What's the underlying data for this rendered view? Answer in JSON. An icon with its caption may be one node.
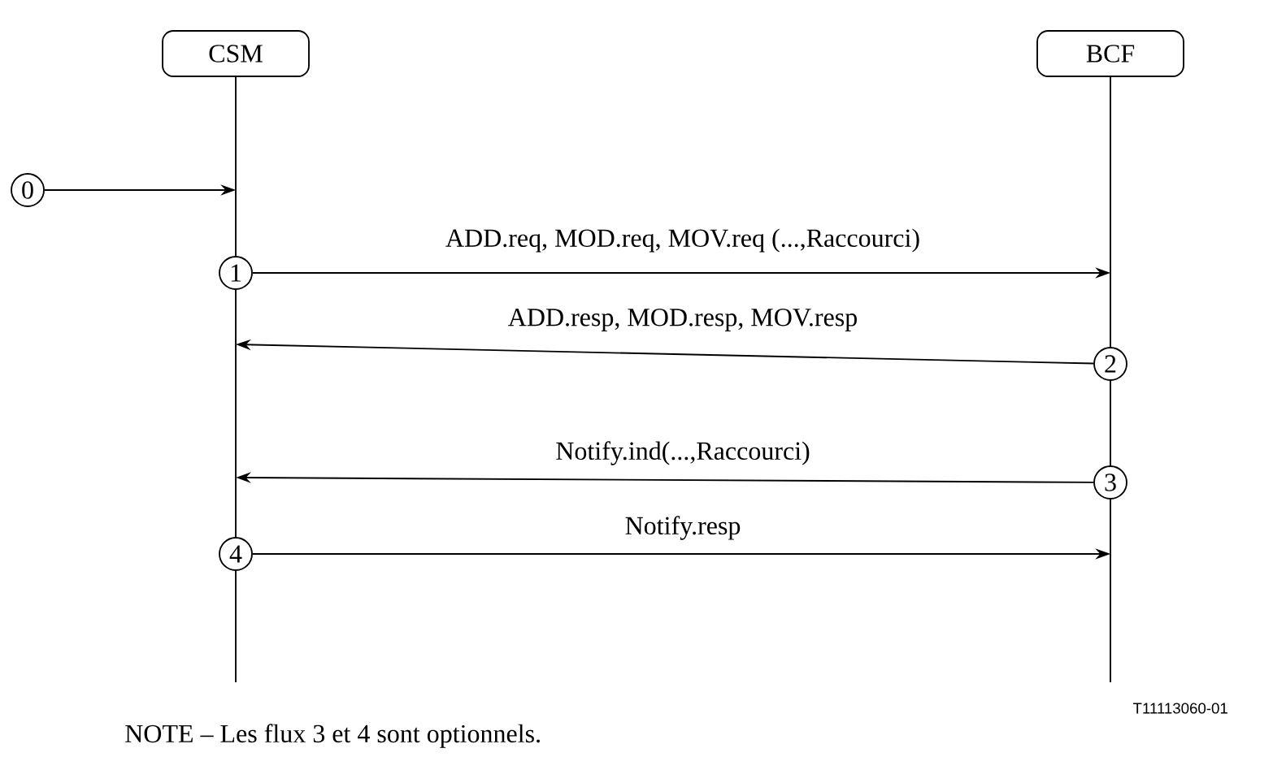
{
  "diagram": {
    "nodes": [
      {
        "text": [
          "CSM"
        ]
      },
      {
        "text": [
          "BCF"
        ]
      },
      {
        "text": [
          "0"
        ]
      },
      {
        "text": [
          "1"
        ]
      },
      {
        "text": [
          "2"
        ]
      },
      {
        "text": [
          "3"
        ]
      },
      {
        "text": [
          "4"
        ]
      }
    ],
    "edges": [
      {
        "from": 2,
        "to": null,
        "arrow": "to"
      },
      {
        "from": 3,
        "to": null,
        "arrow": "to",
        "label": "ADD.req, MOD.req, MOV.req (...,Raccourci)"
      },
      {
        "from": 4,
        "to": null,
        "arrow": "to",
        "label": "ADD.resp, MOD.resp, MOV.resp"
      },
      {
        "from": 5,
        "to": null,
        "arrow": "to",
        "label": "Notify.ind(...,Raccourci)"
      },
      {
        "from": 6,
        "to": null,
        "arrow": "to",
        "label": "Notify.resp"
      }
    ],
    "labels": [
      "T11113060-01",
      "NOTE – Les flux 3 et 4 sont optionnels."
    ]
  }
}
